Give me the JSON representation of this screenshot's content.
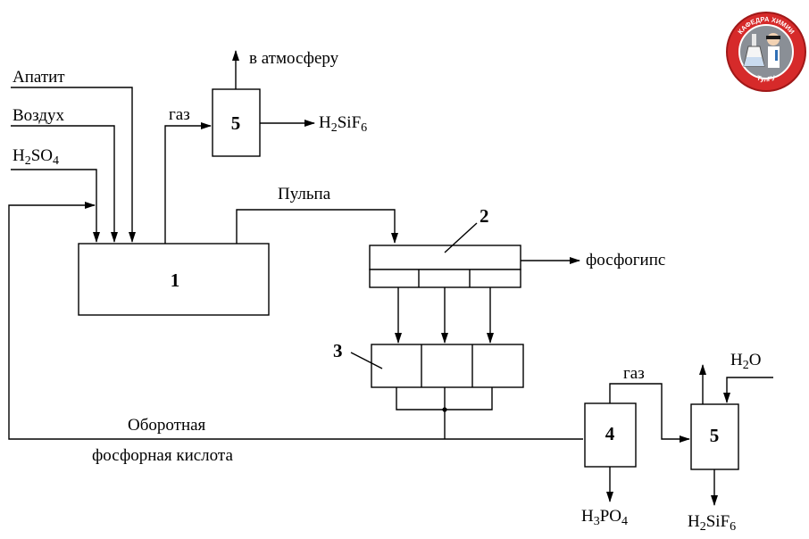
{
  "inputs": {
    "apatite": "Апатит",
    "air": "Воздух",
    "acid_main": "H",
    "acid_sub1": "2",
    "acid_mid": "SO",
    "acid_sub2": "4"
  },
  "labels": {
    "gas_top": "газ",
    "atmosphere": "в атмосферу",
    "pulp": "Пульпа",
    "phosphogypsum": "фосфогипс",
    "gas_bottom": "газ",
    "recycle_line1": "Оборотная",
    "recycle_line2": "фосфорная кислота"
  },
  "formulas": {
    "h2sif6_top": {
      "a": "H",
      "s1": "2",
      "b": "SiF",
      "s2": "6"
    },
    "h2o": {
      "a": "H",
      "s1": "2",
      "b": "O"
    },
    "h3po4": {
      "a": "H",
      "s1": "3",
      "b": "PO",
      "s2": "4"
    },
    "h2sif6_bottom": {
      "a": "H",
      "s1": "2",
      "b": "SiF",
      "s2": "6"
    }
  },
  "units": {
    "reactor": "1",
    "filter": "2",
    "collector": "3",
    "evaporator": "4",
    "absorber_top": "5",
    "absorber_bottom": "5"
  },
  "logo": {
    "ring_top": "КАФЕДРА ХИМИИ",
    "ring_bottom": "ТулГУ",
    "ring_color": "#d62a2a",
    "inner_color": "#8a8f96"
  }
}
